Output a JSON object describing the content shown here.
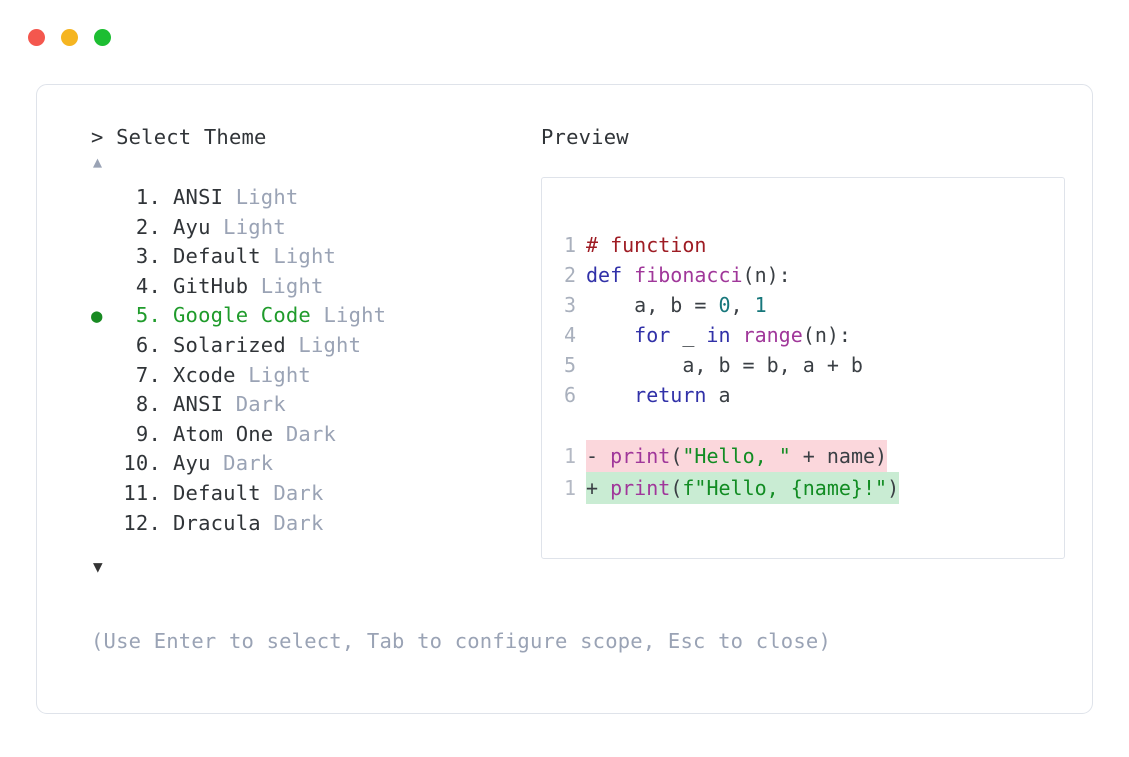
{
  "window": {
    "traffic_lights": [
      {
        "name": "close-button",
        "color": "#f4574e"
      },
      {
        "name": "minimize-button",
        "color": "#f5b521"
      },
      {
        "name": "maximize-button",
        "color": "#1dbe32"
      }
    ]
  },
  "picker": {
    "prompt_caret": ">",
    "prompt_label": "Select Theme",
    "scroll_up_glyph": "▲",
    "scroll_down_glyph": "▼",
    "selected_index": 5,
    "selected_bullet": "●",
    "accent_color": "#1f9b2b",
    "muted_color": "#9aa3b5",
    "items": [
      {
        "index": "1.",
        "name": "ANSI",
        "variant": "Light",
        "selected": false
      },
      {
        "index": "2.",
        "name": "Ayu",
        "variant": "Light",
        "selected": false
      },
      {
        "index": "3.",
        "name": "Default",
        "variant": "Light",
        "selected": false
      },
      {
        "index": "4.",
        "name": "GitHub",
        "variant": "Light",
        "selected": false
      },
      {
        "index": "5.",
        "name": "Google Code",
        "variant": "Light",
        "selected": true
      },
      {
        "index": "6.",
        "name": "Solarized",
        "variant": "Light",
        "selected": false
      },
      {
        "index": "7.",
        "name": "Xcode",
        "variant": "Light",
        "selected": false
      },
      {
        "index": "8.",
        "name": "ANSI",
        "variant": "Dark",
        "selected": false
      },
      {
        "index": "9.",
        "name": "Atom One",
        "variant": "Dark",
        "selected": false
      },
      {
        "index": "10.",
        "name": "Ayu",
        "variant": "Dark",
        "selected": false
      },
      {
        "index": "11.",
        "name": "Default",
        "variant": "Dark",
        "selected": false
      },
      {
        "index": "12.",
        "name": "Dracula",
        "variant": "Dark",
        "selected": false
      }
    ],
    "hint": "(Use Enter to select, Tab to configure scope, Esc to close)"
  },
  "preview": {
    "title": "Preview",
    "code_lines": [
      {
        "num": "1",
        "tokens": [
          {
            "text": "# function",
            "type": "comment"
          }
        ]
      },
      {
        "num": "2",
        "tokens": [
          {
            "text": "def ",
            "type": "keyword"
          },
          {
            "text": "fibonacci",
            "type": "func"
          },
          {
            "text": "(n):",
            "type": "plain"
          }
        ]
      },
      {
        "num": "3",
        "tokens": [
          {
            "text": "    a, b = ",
            "type": "plain"
          },
          {
            "text": "0",
            "type": "number"
          },
          {
            "text": ", ",
            "type": "plain"
          },
          {
            "text": "1",
            "type": "number"
          }
        ]
      },
      {
        "num": "4",
        "tokens": [
          {
            "text": "    ",
            "type": "plain"
          },
          {
            "text": "for",
            "type": "keyword"
          },
          {
            "text": " _ ",
            "type": "plain"
          },
          {
            "text": "in",
            "type": "keyword"
          },
          {
            "text": " ",
            "type": "plain"
          },
          {
            "text": "range",
            "type": "func"
          },
          {
            "text": "(n):",
            "type": "plain"
          }
        ]
      },
      {
        "num": "5",
        "tokens": [
          {
            "text": "        a, b = b, a + b",
            "type": "plain"
          }
        ]
      },
      {
        "num": "6",
        "tokens": [
          {
            "text": "    ",
            "type": "plain"
          },
          {
            "text": "return",
            "type": "keyword"
          },
          {
            "text": " a",
            "type": "plain"
          }
        ]
      }
    ],
    "diff_lines": [
      {
        "num": "1",
        "marker": "-",
        "kind": "del",
        "bg": "#fbd7dc",
        "tokens": [
          {
            "text": "print",
            "type": "func"
          },
          {
            "text": "(",
            "type": "plain"
          },
          {
            "text": "\"Hello, \"",
            "type": "string"
          },
          {
            "text": " + name)",
            "type": "plain"
          }
        ]
      },
      {
        "num": "1",
        "marker": "+",
        "kind": "add",
        "bg": "#c9ecd3",
        "tokens": [
          {
            "text": "print",
            "type": "func"
          },
          {
            "text": "(",
            "type": "plain"
          },
          {
            "text": "f\"Hello, {name}!\"",
            "type": "string"
          },
          {
            "text": ")",
            "type": "plain"
          }
        ]
      }
    ],
    "syntax_colors": {
      "comment": "#9e1c24",
      "keyword": "#3131a8",
      "function": "#a0379a",
      "number": "#17777b",
      "string": "#128c23",
      "plain": "#3a3f44",
      "line_number": "#a9b0bd"
    }
  }
}
